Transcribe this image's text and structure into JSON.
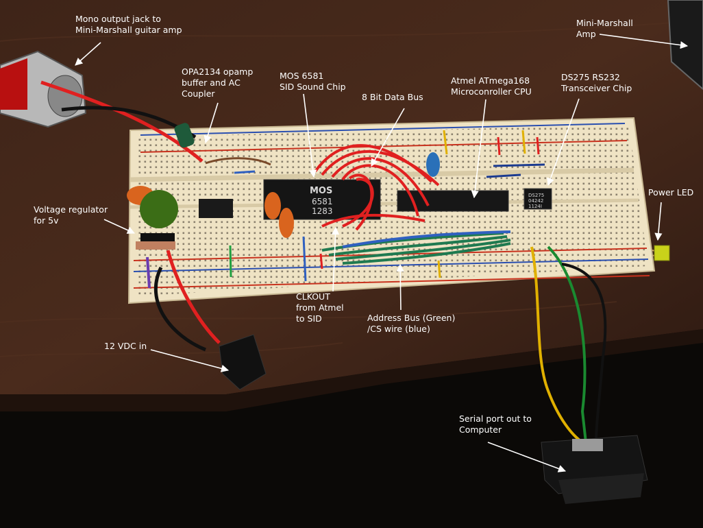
{
  "annotations": {
    "mono_jack": [
      "Mono output jack to",
      "Mini-Marshall guitar amp"
    ],
    "mini_marshall": [
      "Mini-Marshall",
      "Amp"
    ],
    "opamp": [
      "OPA2134 opamp",
      "buffer and AC",
      "Coupler"
    ],
    "sid": [
      "MOS 6581",
      "SID Sound Chip"
    ],
    "data_bus": [
      "8 Bit Data Bus"
    ],
    "atmel": [
      "Atmel ATmega168",
      "Microconroller CPU"
    ],
    "ds275": [
      "DS275 RS232",
      "Transceiver Chip"
    ],
    "voltage_reg": [
      "Voltage regulator",
      "for 5v"
    ],
    "power_led": [
      "Power LED"
    ],
    "clkout": [
      "CLKOUT",
      "from Atmel",
      "to SID"
    ],
    "address_bus": [
      "Address Bus (Green)",
      "/CS wire (blue)"
    ],
    "vdc_in": [
      "12 VDC in"
    ],
    "serial_port": [
      "Serial port out to",
      "Computer"
    ]
  },
  "chip_markings": {
    "sid_logo": "MOS",
    "sid_model": "6581",
    "sid_date": "1283",
    "ds275_line1": "DS275",
    "ds275_line2": "04242",
    "ds275_line3": "1124I"
  },
  "colors": {
    "table": "#3a2016",
    "breadboard": "#efe3c4",
    "rail_red": "#c8321e",
    "rail_blue": "#2a4fb0",
    "wire_red": "#e02020",
    "wire_green": "#1f7a50",
    "wire_blue": "#3060c0",
    "wire_yellow": "#e0b000",
    "label_text": "#ffffff"
  }
}
